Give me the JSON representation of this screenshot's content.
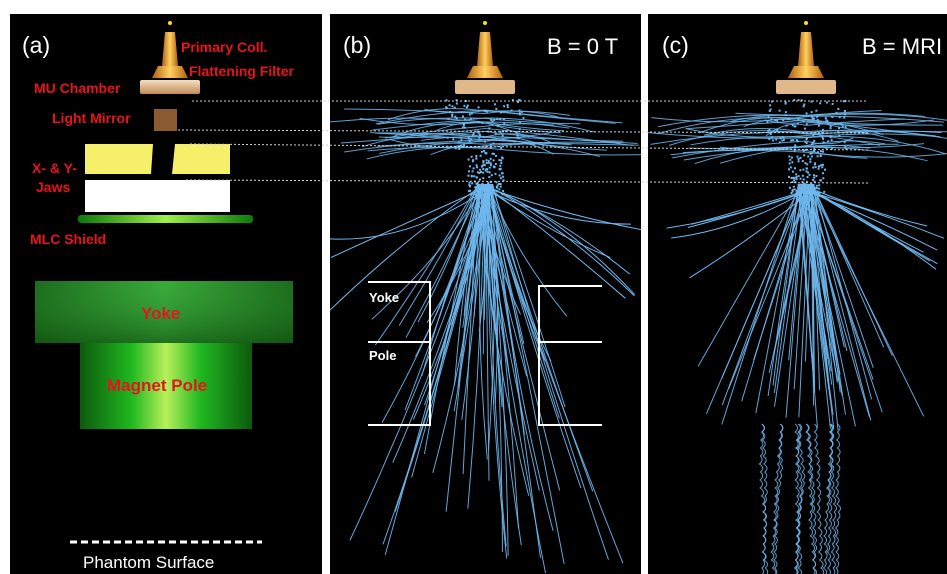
{
  "panels": {
    "a": {
      "label": "(a)",
      "labels": {
        "primary": "Primary Coll.",
        "flattening": "Flattening Filter",
        "mu": "MU Chamber",
        "mirror": "Light Mirror",
        "jaws1": "X- & Y-",
        "jaws2": "Jaws",
        "mlc": "MLC Shield",
        "yoke": "Yoke",
        "pole": "Magnet Pole",
        "phantom": "Phantom Surface"
      }
    },
    "b": {
      "label": "(b)",
      "field": "B = 0 T",
      "yoke": "Yoke",
      "pole": "Pole"
    },
    "c": {
      "label": "(c)",
      "field": "B = MRI"
    }
  },
  "colors": {
    "accent_red": "#e8141c",
    "track_blue": "#6fb8ee",
    "coll_orange": "#f0a020",
    "magnet_green": "#2ecc40"
  }
}
